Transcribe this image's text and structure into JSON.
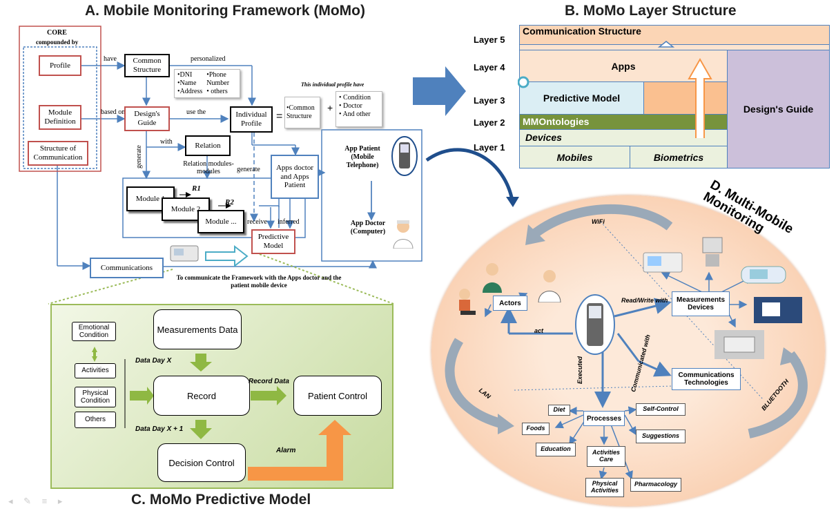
{
  "titles": {
    "a": "A. Mobile Monitoring Framework (MoMo)",
    "b": "B. MoMo Layer Structure",
    "c": "C. MoMo Predictive Model",
    "d": "D. Multi-Mobile Monitoring"
  },
  "framework": {
    "core": "CORE",
    "compounded_by": "compounded by",
    "profile": "Profile",
    "module_definition": "Module Definition",
    "structure_communication": "Structure of Communication",
    "have": "have",
    "based_on": "based on",
    "common_structure": "Common Structure",
    "personalized": "personalized",
    "note_col1": [
      "•DNI",
      "•Name",
      "•Address"
    ],
    "note_col2": [
      "•Phone",
      "Number",
      "• others"
    ],
    "individual_note": "This individual profile have",
    "designs_guide": "Design's Guide",
    "use_the": "use the",
    "individual_profile": "Individual Profile",
    "equals": "=",
    "plus": "+",
    "common_structure_item": "•Common Structure",
    "cond_items": [
      "• Condition",
      "• Doctor",
      "• And other"
    ],
    "with": "with",
    "generate": "generate",
    "relation": "Relation",
    "relation_modules": "Relation modules-modules",
    "generate2": "generate",
    "module1": "Module 1",
    "module2": "Module 2",
    "module3": "Module ...",
    "r1": "R1",
    "r2": "R2",
    "apps_doctor": "Apps doctor and Apps Patient",
    "app_patient": "App Patient (Mobile Telephone)",
    "app_doctor": "App Doctor (Computer)",
    "receive": "receive",
    "inferred": "inferred",
    "predictive_model": "Predictive Model",
    "communications": "Communications",
    "communicate_note": "To communicate the Framework with the Apps doctor  and the patient mobile  device"
  },
  "layers": {
    "labels": [
      "Layer 5",
      "Layer 4",
      "Layer 3",
      "Layer 2",
      "Layer 1"
    ],
    "communication_structure": "Communication Structure",
    "apps": "Apps",
    "predictive_model": "Predictive Model",
    "mmontologies": "MMOntologies",
    "devices": "Devices",
    "mobiles": "Mobiles",
    "biometrics": "Biometrics",
    "designs_guide": "Design's Guide"
  },
  "predictive": {
    "emotional": "Emotional Condition",
    "activities": "Activities",
    "physical": "Physical Condition",
    "others": "Others",
    "measurements": "Measurements Data",
    "data_day_x": "Data Day X",
    "record": "Record",
    "record_data": "Record Data",
    "patient_control": "Patient Control",
    "data_day_x1": "Data Day X + 1",
    "decision": "Decision Control",
    "alarm": "Alarm"
  },
  "multi": {
    "wifi": "WiFi",
    "actors": "Actors",
    "act": "act",
    "read_write": "Read/Write with",
    "measurements_devices": "Measurements Devices",
    "executed": "Executed",
    "communicated_with": "Communicated with",
    "comm_tech": "Communications Technologies",
    "lan": "LAN",
    "bluetooth": "BLUETOOTH",
    "processes": "Processes",
    "diet": "Diet",
    "foods": "Foods",
    "education": "Education",
    "activities_care": "Activities Care",
    "physical_activities": "Physical Activities",
    "pharmacology": "Pharmacology",
    "self_control": "Self-Control",
    "suggestions": "Suggestions"
  },
  "colors": {
    "red_box": "#c0504d",
    "blue_box": "#4f81bd",
    "peach": "#fbd5b5",
    "panel_green": "#d7e4bd",
    "layer_purple": "#ccc0da",
    "layer_blue": "#dbeef4",
    "layer_green": "#77933c",
    "arrow_orange": "#f79646"
  }
}
